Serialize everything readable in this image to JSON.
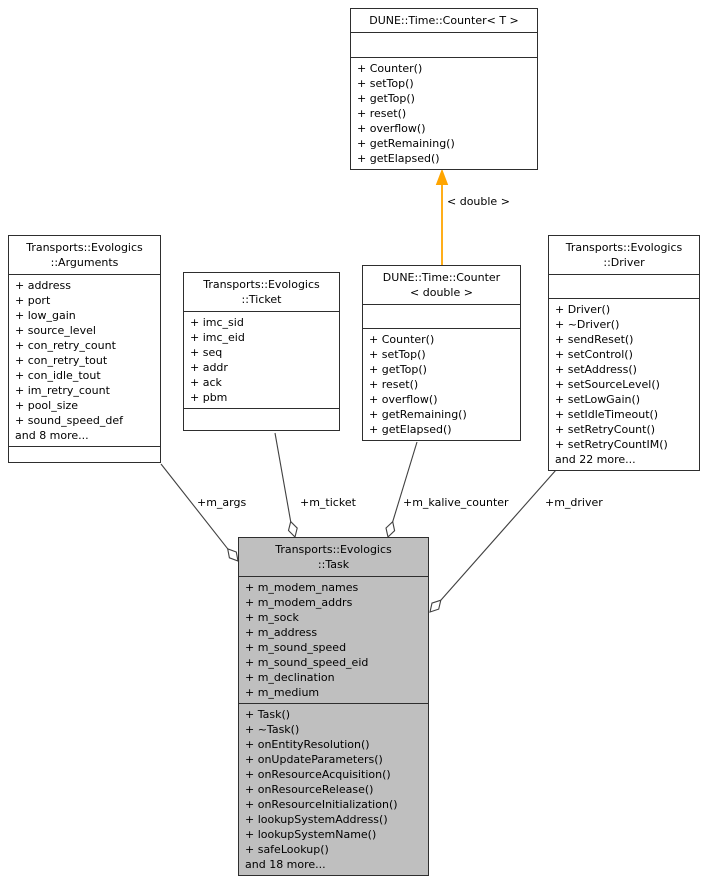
{
  "diagram": {
    "background_color": "#ffffff",
    "node_border_color": "#2e2e2e",
    "node_fill_color": "#ffffff",
    "highlight_fill_color": "#bfbfbf",
    "edge_color": "#404040",
    "template_arrow_color": "#ffa500"
  },
  "classes": {
    "counter_t": {
      "title_lines": [
        "DUNE::Time::Counter< T >"
      ],
      "attributes": [],
      "methods": [
        "+ Counter()",
        "+ setTop()",
        "+ getTop()",
        "+ reset()",
        "+ overflow()",
        "+ getRemaining()",
        "+ getElapsed()"
      ]
    },
    "arguments": {
      "title_lines": [
        "Transports::Evologics",
        "::Arguments"
      ],
      "attributes": [
        "+ address",
        "+ port",
        "+ low_gain",
        "+ source_level",
        "+ con_retry_count",
        "+ con_retry_tout",
        "+ con_idle_tout",
        "+ im_retry_count",
        "+ pool_size",
        "+ sound_speed_def",
        "and 8 more..."
      ],
      "methods": []
    },
    "ticket": {
      "title_lines": [
        "Transports::Evologics",
        "::Ticket"
      ],
      "attributes": [
        "+ imc_sid",
        "+ imc_eid",
        "+ seq",
        "+ addr",
        "+ ack",
        "+ pbm"
      ],
      "methods": []
    },
    "counter_double": {
      "title_lines": [
        "DUNE::Time::Counter",
        "< double >"
      ],
      "attributes": [],
      "methods": [
        "+ Counter()",
        "+ setTop()",
        "+ getTop()",
        "+ reset()",
        "+ overflow()",
        "+ getRemaining()",
        "+ getElapsed()"
      ]
    },
    "driver": {
      "title_lines": [
        "Transports::Evologics",
        "::Driver"
      ],
      "attributes": [],
      "methods": [
        "+ Driver()",
        "+ ~Driver()",
        "+ sendReset()",
        "+ setControl()",
        "+ setAddress()",
        "+ setSourceLevel()",
        "+ setLowGain()",
        "+ setIdleTimeout()",
        "+ setRetryCount()",
        "+ setRetryCountIM()",
        "and 22 more..."
      ]
    },
    "task": {
      "title_lines": [
        "Transports::Evologics",
        "::Task"
      ],
      "attributes": [
        "+ m_modem_names",
        "+ m_modem_addrs",
        "+ m_sock",
        "+ m_address",
        "+ m_sound_speed",
        "+ m_sound_speed_eid",
        "+ m_declination",
        "+ m_medium"
      ],
      "methods": [
        "+ Task()",
        "+ ~Task()",
        "+ onEntityResolution()",
        "+ onUpdateParameters()",
        "+ onResourceAcquisition()",
        "+ onResourceRelease()",
        "+ onResourceInitialization()",
        "+ lookupSystemAddress()",
        "+ lookupSystemName()",
        "+ safeLookup()",
        "and 18 more..."
      ]
    }
  },
  "edges": {
    "template_label": "< double >",
    "m_args_label": "+m_args",
    "m_ticket_label": "+m_ticket",
    "m_kalive_counter_label": "+m_kalive_counter",
    "m_driver_label": "+m_driver"
  }
}
